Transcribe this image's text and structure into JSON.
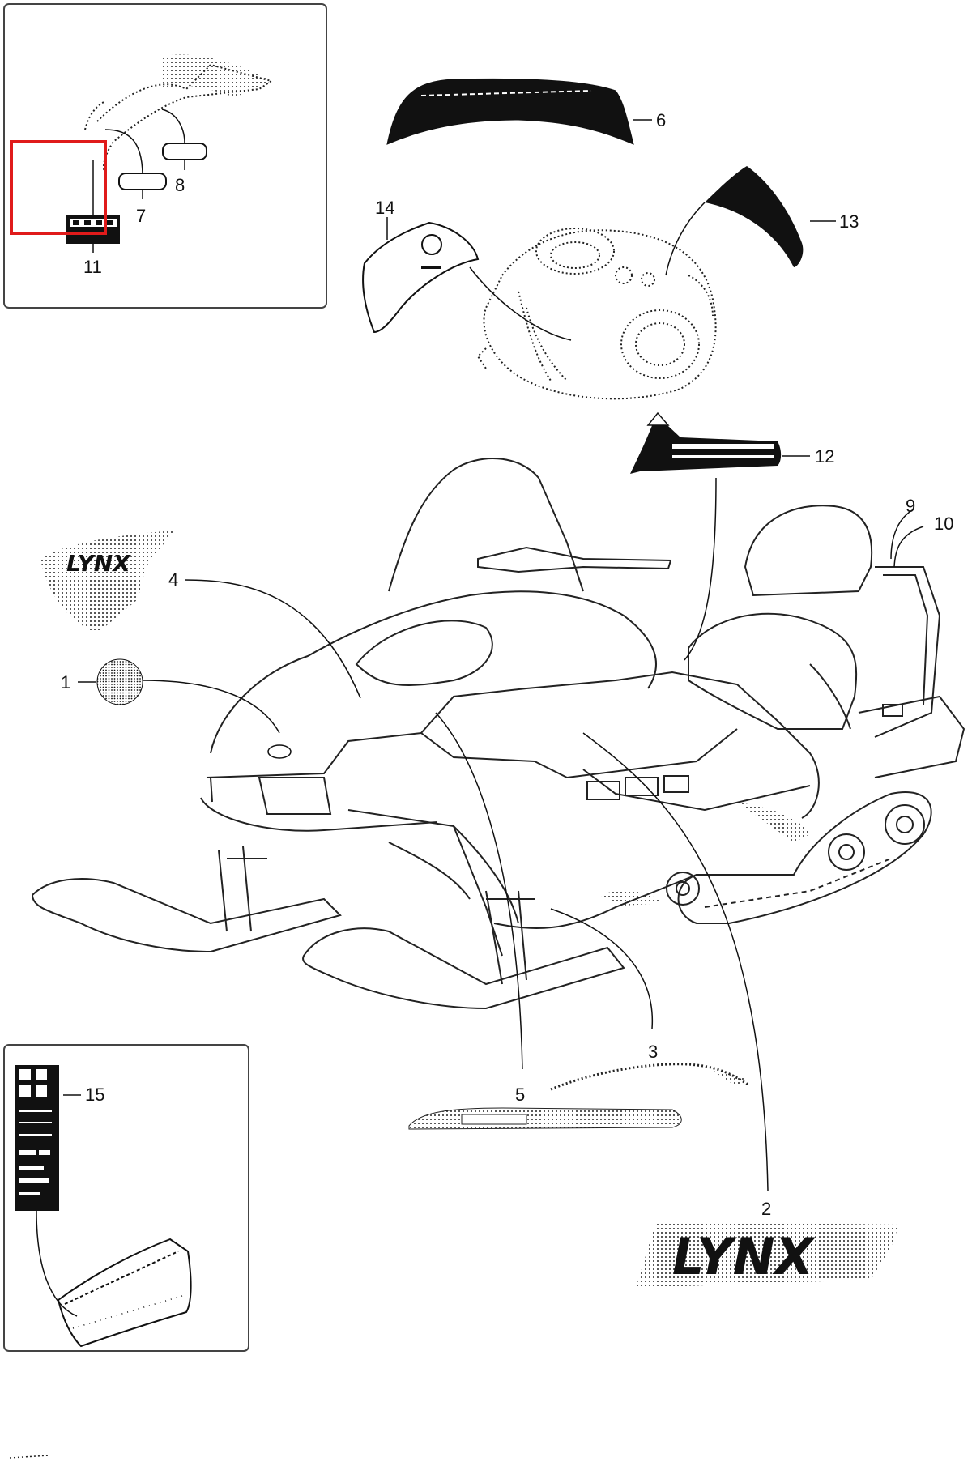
{
  "diagram": {
    "callouts": [
      {
        "id": "c1",
        "label": "1"
      },
      {
        "id": "c2",
        "label": "2"
      },
      {
        "id": "c3",
        "label": "3"
      },
      {
        "id": "c4",
        "label": "4"
      },
      {
        "id": "c5",
        "label": "5"
      },
      {
        "id": "c6",
        "label": "6"
      },
      {
        "id": "c7",
        "label": "7"
      },
      {
        "id": "c8",
        "label": "8"
      },
      {
        "id": "c9",
        "label": "9"
      },
      {
        "id": "c10",
        "label": "10"
      },
      {
        "id": "c11",
        "label": "11"
      },
      {
        "id": "c12",
        "label": "12"
      },
      {
        "id": "c13",
        "label": "13"
      },
      {
        "id": "c14",
        "label": "14"
      },
      {
        "id": "c15",
        "label": "15"
      }
    ],
    "decal_texts": {
      "lynx_small": "LYNX",
      "lynx_large": "LYNX"
    },
    "colors": {
      "ink": "#111111",
      "highlight": "#e01b1b",
      "panel_border": "#444444"
    }
  }
}
